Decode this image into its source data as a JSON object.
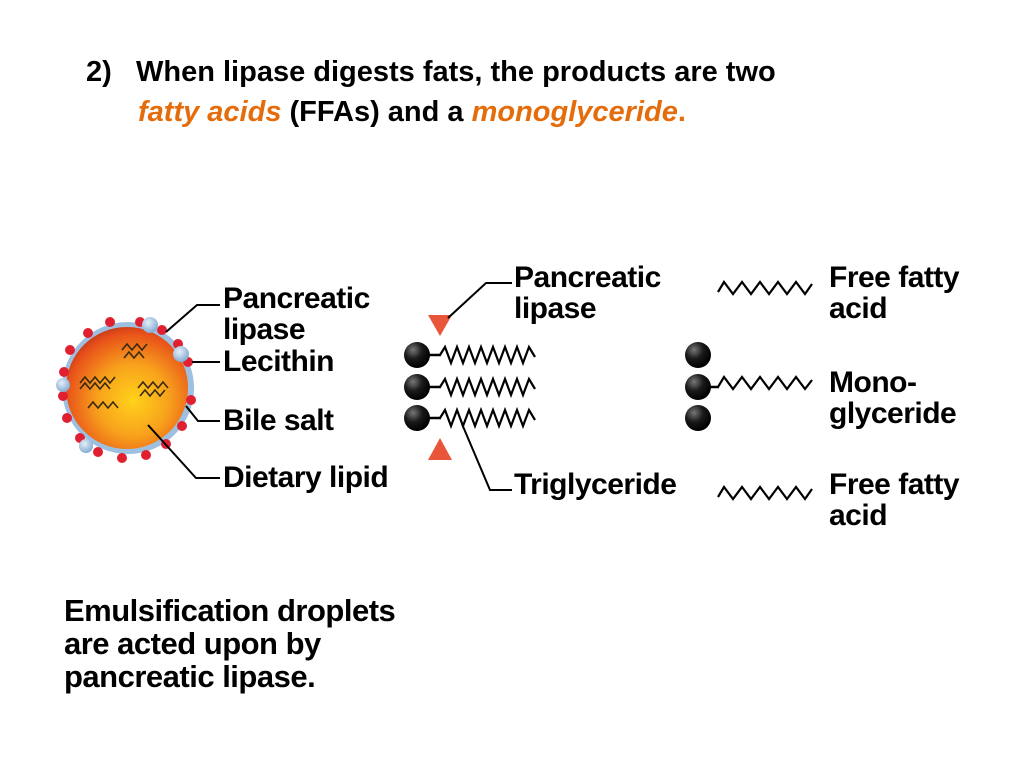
{
  "heading": {
    "number": "2)",
    "line1": "When lipase digests fats, the products are two",
    "fatty_acids": "fatty acids",
    "ffas": "(FFAs) and a",
    "monoglyceride": "monoglyceride",
    "period": "."
  },
  "droplet_labels": {
    "pancreatic_lipase_1": "Pancreatic",
    "pancreatic_lipase_2": "lipase",
    "lecithin": "Lecithin",
    "bile_salt": "Bile salt",
    "dietary_lipid": "Dietary lipid"
  },
  "reaction_labels": {
    "pancreatic_lipase_1": "Pancreatic",
    "pancreatic_lipase_2": "lipase",
    "triglyceride": "Triglyceride",
    "free_fatty_acid_top_1": "Free fatty",
    "free_fatty_acid_top_2": "acid",
    "monoglyceride_1": "Mono-",
    "monoglyceride_2": "glyceride",
    "free_fatty_acid_bottom_1": "Free fatty",
    "free_fatty_acid_bottom_2": "acid"
  },
  "caption": {
    "line1": "Emulsification droplets",
    "line2": "are acted upon by",
    "line3": "pancreatic lipase."
  },
  "colors": {
    "heading_accent": "#e46c0a",
    "lipase_arrow": "#e8553a",
    "droplet_core": "#f07a1a",
    "droplet_dots": "#e02030",
    "bile_salt_blue": "#8fb3d9"
  }
}
